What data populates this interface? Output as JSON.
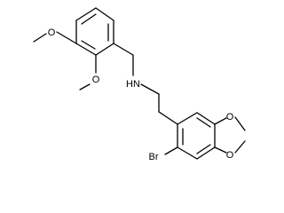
{
  "molecule": {
    "atoms": {
      "nh": "HN",
      "o_methoxy_top": "O",
      "o_methoxy_bottom": "O",
      "o_dioxole_top": "O",
      "o_dioxole_bottom": "O",
      "br": "Br"
    }
  }
}
